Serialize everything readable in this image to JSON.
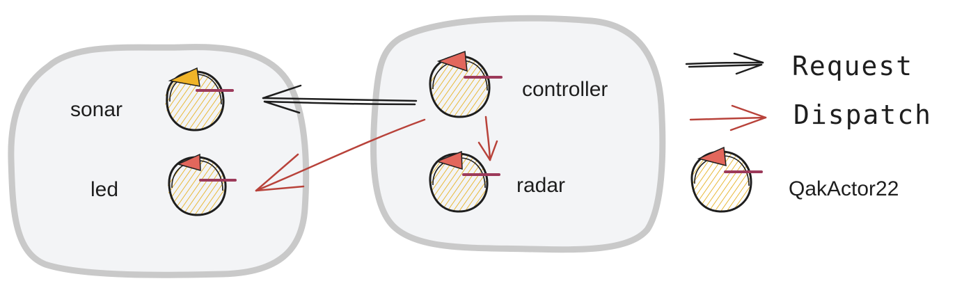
{
  "nodes": {
    "sonar": "sonar",
    "led": "led",
    "controller": "controller",
    "radar": "radar"
  },
  "legend": {
    "request": "Request",
    "dispatch": "Dispatch",
    "actor": "QakActor22"
  },
  "colors": {
    "context_fill": "#f3f4f6",
    "context_stroke": "#c9c9c9",
    "actor_hatch": "#e8b93a",
    "actor_outline": "#1e1e1e",
    "actor_bar": "#9c3a5a",
    "actor_flag_red": "#e2675c",
    "actor_flag_yellow": "#f0b429",
    "request_arrow": "#1e1e1e",
    "dispatch_arrow": "#b8423a"
  }
}
